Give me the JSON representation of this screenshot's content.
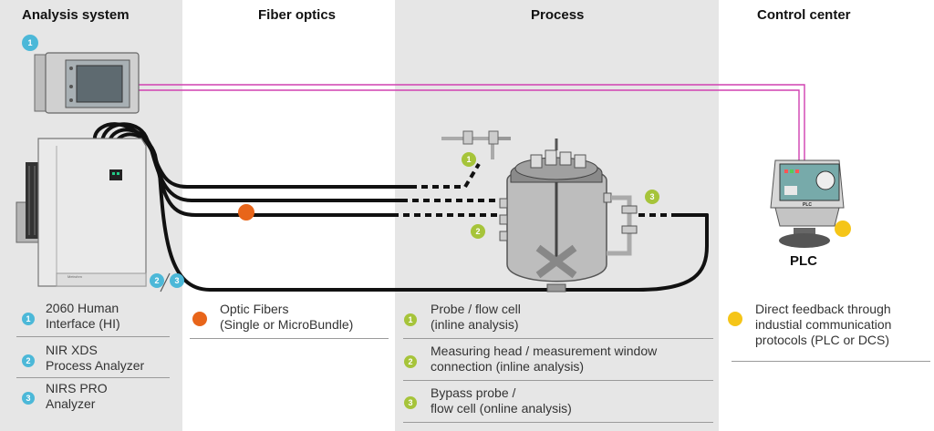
{
  "columns": {
    "analysis": "Analysis system",
    "fiber": "Fiber optics",
    "process": "Process",
    "control": "Control center"
  },
  "markers": {
    "m1": "1",
    "m2": "2",
    "m3": "3"
  },
  "analyzer_brand": "Metrohm",
  "plc_screen_label": "PLC",
  "plc_label": "PLC",
  "legend": {
    "analysis": [
      {
        "num": "1",
        "line1": "2060 Human",
        "line2": "Interface (HI)"
      },
      {
        "num": "2",
        "line1": "NIR XDS",
        "line2": "Process Analyzer"
      },
      {
        "num": "3",
        "line1": "NIRS PRO",
        "line2": "Analyzer"
      }
    ],
    "fiber": {
      "line1": "Optic Fibers",
      "line2": "(Single or MicroBundle)"
    },
    "process": [
      {
        "num": "1",
        "line1": "Probe / flow cell",
        "line2": "(inline analysis)"
      },
      {
        "num": "2",
        "line1": "Measuring head / measurement window",
        "line2": "connection (inline analysis)"
      },
      {
        "num": "3",
        "line1": "Bypass probe /",
        "line2": "flow cell (online analysis)"
      }
    ],
    "control": {
      "line1": "Direct feedback through",
      "line2": "industial communication",
      "line3": "protocols (PLC or DCS)"
    }
  },
  "colors": {
    "blue": "#4cb8d8",
    "green": "#a6c43a",
    "orange": "#e8651a",
    "yellow": "#f5c518",
    "fiber_pink": "#d040b0"
  }
}
